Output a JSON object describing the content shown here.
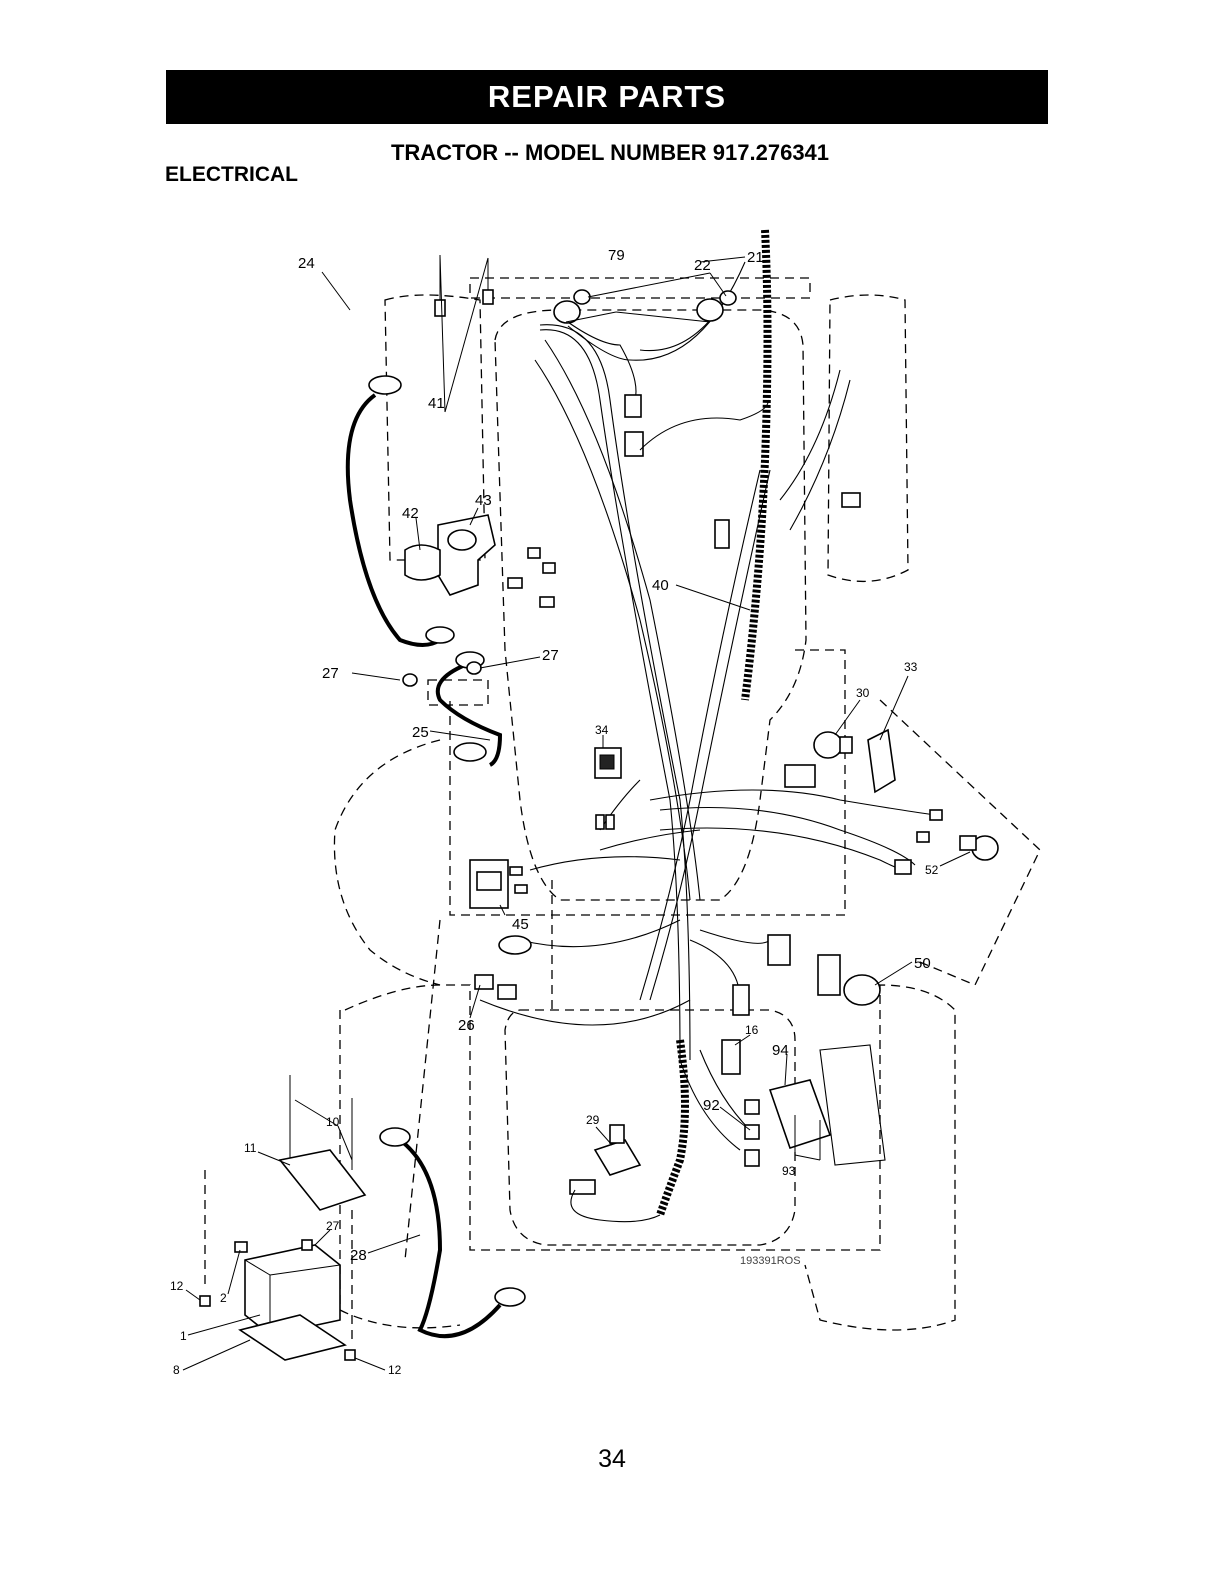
{
  "header": {
    "banner": "REPAIR PARTS",
    "model_title": "TRACTOR -- MODEL NUMBER 917.276341",
    "section": "ELECTRICAL"
  },
  "diagram": {
    "callouts": {
      "p22": "22",
      "p79": "79",
      "p21": "21",
      "p41": "41",
      "p24": "24",
      "p42": "42",
      "p43": "43",
      "p40": "40",
      "p27a": "27",
      "p27b": "27",
      "p25": "25",
      "p33": "33",
      "p30": "30",
      "p34": "34",
      "p52": "52",
      "p45": "45",
      "p50": "50",
      "p26": "26",
      "p16": "16",
      "p94": "94",
      "p92": "92",
      "p29": "29",
      "p93": "93",
      "p10": "10",
      "p11": "11",
      "p27c": "27",
      "p28": "28",
      "p12a": "12",
      "p2": "2",
      "p1": "1",
      "p8": "8",
      "p12b": "12"
    },
    "drawing_id": "193391ROS"
  },
  "footer": {
    "page_number": "34"
  }
}
